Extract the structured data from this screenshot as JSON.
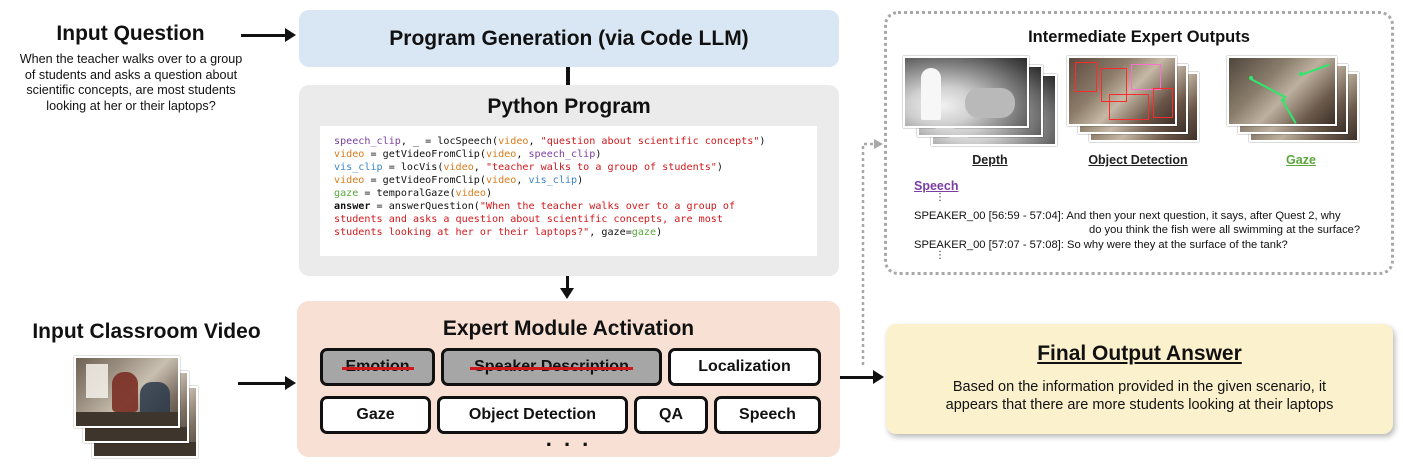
{
  "input_question": {
    "title": "Input Question",
    "lines": [
      "When the teacher walks over to a group",
      "of students and asks a question about",
      "scientific concepts, are most students",
      "looking at her or their laptops?"
    ]
  },
  "input_video": {
    "title": "Input Classroom Video"
  },
  "program_generation": {
    "label": "Program Generation (via Code LLM)"
  },
  "python_program": {
    "title": "Python Program",
    "code": {
      "l1_a": "speech_clip",
      "l1_b": ", _ = locSpeech(",
      "l1_c": "video",
      "l1_d": ", ",
      "l1_e": "\"question about scientific concepts\"",
      "l1_f": ")",
      "l2_a": "video",
      "l2_b": " = getVideoFromClip(",
      "l2_c": "video",
      "l2_d": ", ",
      "l2_e": "speech_clip",
      "l2_f": ")",
      "l3_a": "vis_clip",
      "l3_b": " = locVis(",
      "l3_c": "video",
      "l3_d": ", ",
      "l3_e": "\"teacher walks to a group of students\"",
      "l3_f": ")",
      "l4_a": "video",
      "l4_b": " = getVideoFromClip(",
      "l4_c": "video",
      "l4_d": ", ",
      "l4_e": "vis_clip",
      "l4_f": ")",
      "l5_a": "gaze",
      "l5_b": " = temporalGaze(",
      "l5_c": "video",
      "l5_d": ")",
      "l6_a": "answer",
      "l6_b": " = answerQuestion(",
      "l6_c": "\"When the teacher walks over to a group of",
      "l7": "students and asks a question about scientific concepts, are most",
      "l8_a": "students looking at her or their laptops?\"",
      "l8_b": ", gaze=",
      "l8_c": "gaze",
      "l8_d": ")"
    }
  },
  "expert_module": {
    "title": "Expert Module Activation",
    "modules": {
      "emotion": "Emotion",
      "speaker_description": "Speaker Description",
      "localization": "Localization",
      "gaze": "Gaze",
      "object_detection": "Object Detection",
      "qa": "QA",
      "speech": "Speech"
    },
    "disabled_modules": [
      "Emotion",
      "Speaker Description"
    ],
    "ellipsis": ". . ."
  },
  "intermediate": {
    "title": "Intermediate Expert Outputs",
    "labels": {
      "depth": "Depth",
      "object_detection": "Object Detection",
      "gaze": "Gaze",
      "speech": "Speech"
    },
    "speech_lines": [
      "SPEAKER_00 [56:59 - 57:04]: And then your next question, it says, after Quest 2, why",
      "do you think the fish were all swimming at the surface?",
      "SPEAKER_00 [57:07 - 57:08]: So why were they at the surface of the tank?"
    ],
    "vertical_ellipsis": "⋮"
  },
  "final_output": {
    "title": "Final Output Answer",
    "lines": [
      "Based on the information provided in the given scenario, it",
      "appears that there are more students looking at their laptops"
    ]
  },
  "colors": {
    "program_generation_bg": "#d9e7f5",
    "python_program_bg": "#ebebeb",
    "expert_module_bg": "#f8e0d5",
    "final_output_bg": "#fcf1cd",
    "disabled_module_bg": "#a6a6a6",
    "strike_red": "#d0191c",
    "speech_purple": "#7a3fa0",
    "gaze_green": "#5aa63c"
  }
}
